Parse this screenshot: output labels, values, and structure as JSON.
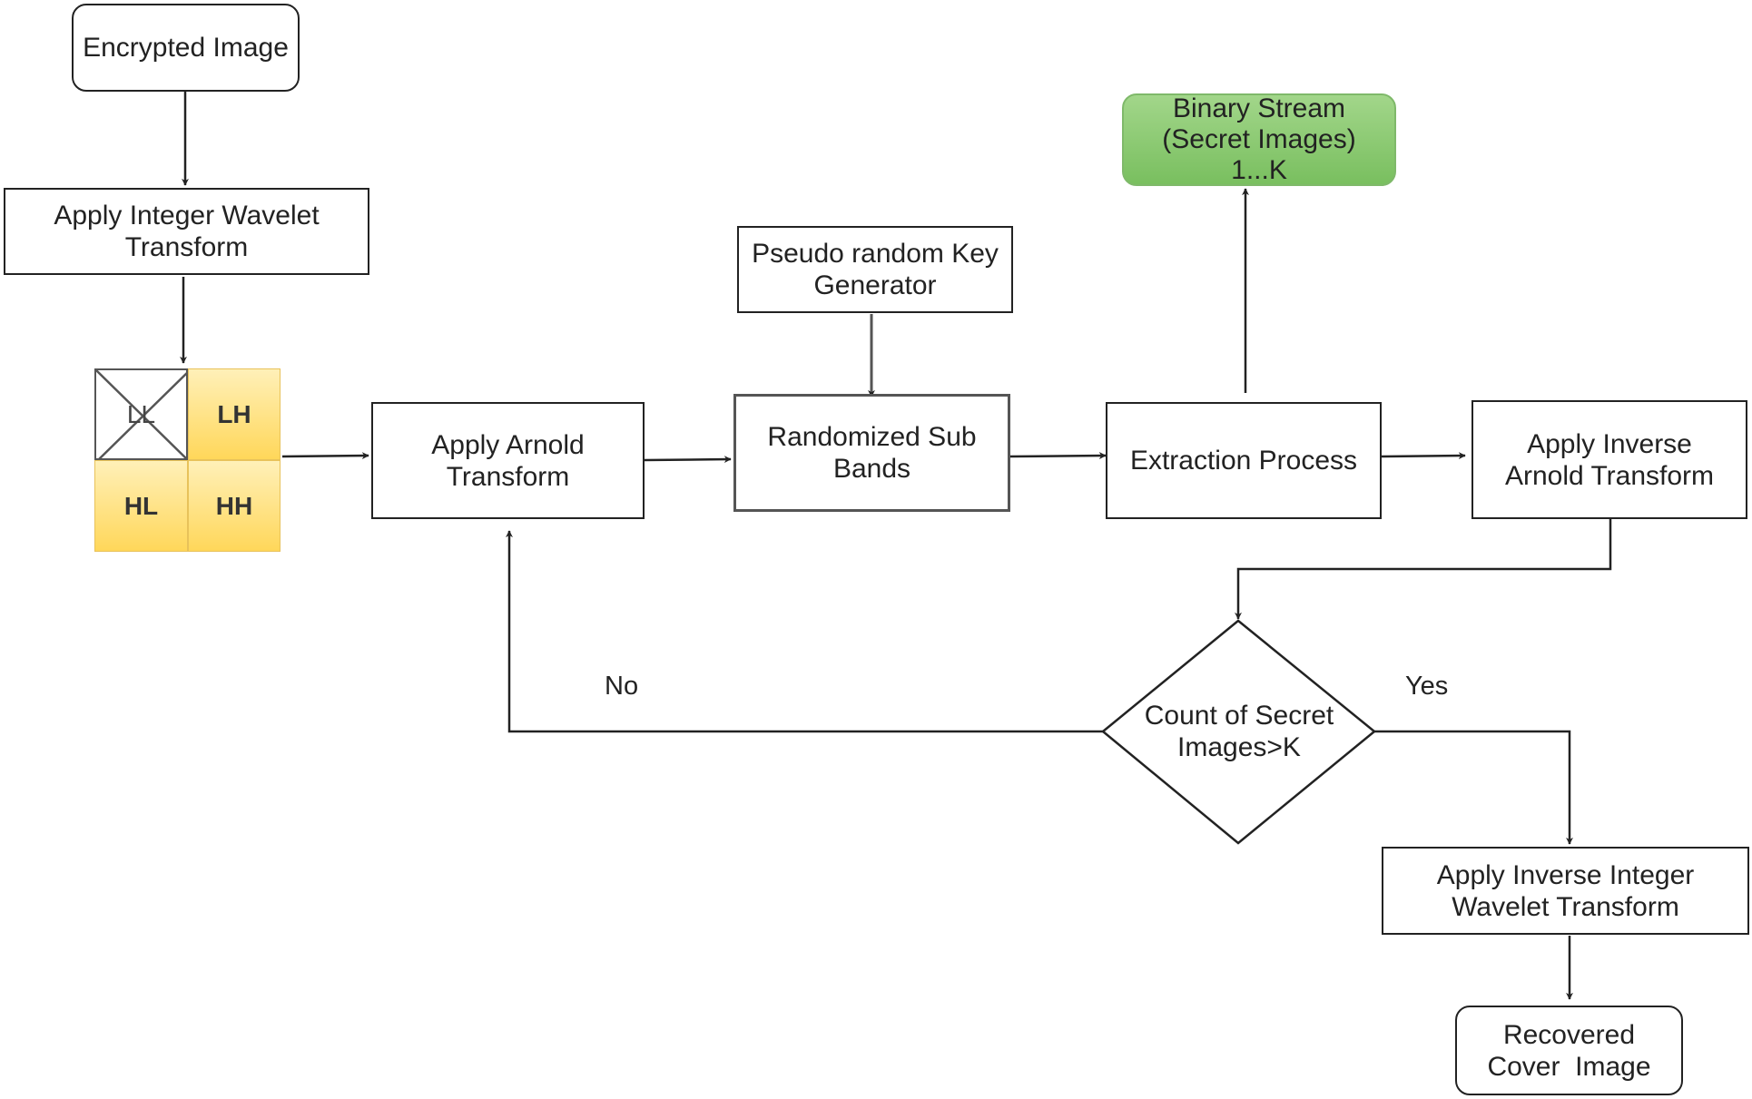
{
  "nodes": {
    "encrypted_image": {
      "lines": [
        "Encrypted Image"
      ]
    },
    "apply_iwt": {
      "lines": [
        "Apply Integer Wavelet",
        "Transform"
      ]
    },
    "apply_arnold": {
      "lines": [
        "Apply Arnold",
        "Transform"
      ]
    },
    "prng": {
      "lines": [
        "Pseudo random Key",
        "Generator"
      ]
    },
    "randomized": {
      "lines": [
        "Randomized Sub",
        "Bands"
      ]
    },
    "extraction": {
      "lines": [
        "Extraction Process"
      ]
    },
    "binary_stream": {
      "lines": [
        "Binary Stream",
        "(Secret Images)",
        "1...K"
      ]
    },
    "inverse_arnold": {
      "lines": [
        "Apply Inverse",
        "Arnold Transform"
      ]
    },
    "decision": {
      "lines": [
        "Count of Secret",
        "Images>K"
      ]
    },
    "inverse_iwt": {
      "lines": [
        "Apply Inverse Integer",
        "Wavelet Transform"
      ]
    },
    "recovered": {
      "lines": [
        "Recovered",
        "Cover  Image"
      ]
    }
  },
  "subbands": {
    "ll": "LL",
    "lh": "LH",
    "hl": "HL",
    "hh": "HH"
  },
  "edge_labels": {
    "no": "No",
    "yes": "Yes"
  },
  "colors": {
    "stroke": "#222222",
    "gray_stroke": "#555555",
    "green_fill": "#8fcc74",
    "yellow_fill": "#ffd75a"
  }
}
